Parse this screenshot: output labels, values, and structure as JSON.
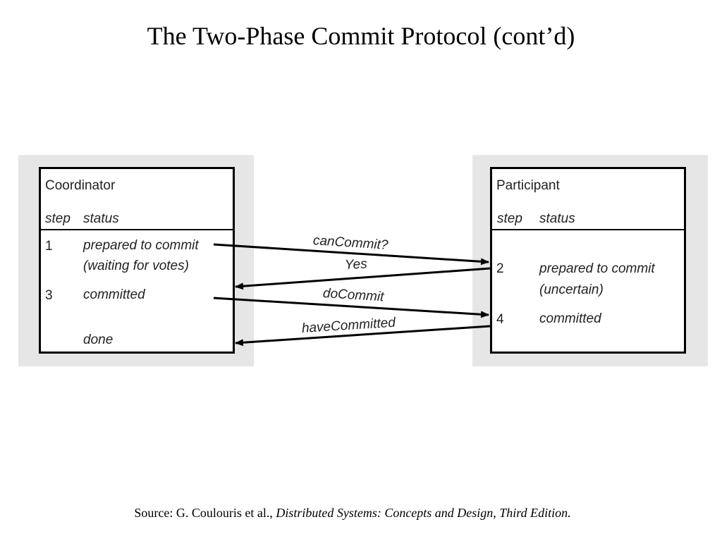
{
  "title": "The Two-Phase Commit Protocol (cont’d)",
  "coordinator": {
    "name": "Coordinator",
    "col_step": "step",
    "col_status": "status",
    "rows": [
      {
        "step": "1",
        "status": "prepared to commit"
      },
      {
        "step": "",
        "status": "(waiting for votes)"
      },
      {
        "step": "3",
        "status": "committed"
      },
      {
        "step": "",
        "status": "done"
      }
    ]
  },
  "participant": {
    "name": "Participant",
    "col_step": "step",
    "col_status": "status",
    "rows": [
      {
        "step": "2",
        "status": "prepared to commit"
      },
      {
        "step": "",
        "status": "(uncertain)"
      },
      {
        "step": "4",
        "status": "committed"
      }
    ]
  },
  "messages": {
    "can_commit": "canCommit?",
    "yes": "Yes",
    "do_commit": "doCommit",
    "have_committed": "haveCommitted"
  },
  "source": {
    "prefix": "Source: G. Coulouris et al., ",
    "book": "Distributed Systems: Concepts and Design, Third Edition."
  }
}
